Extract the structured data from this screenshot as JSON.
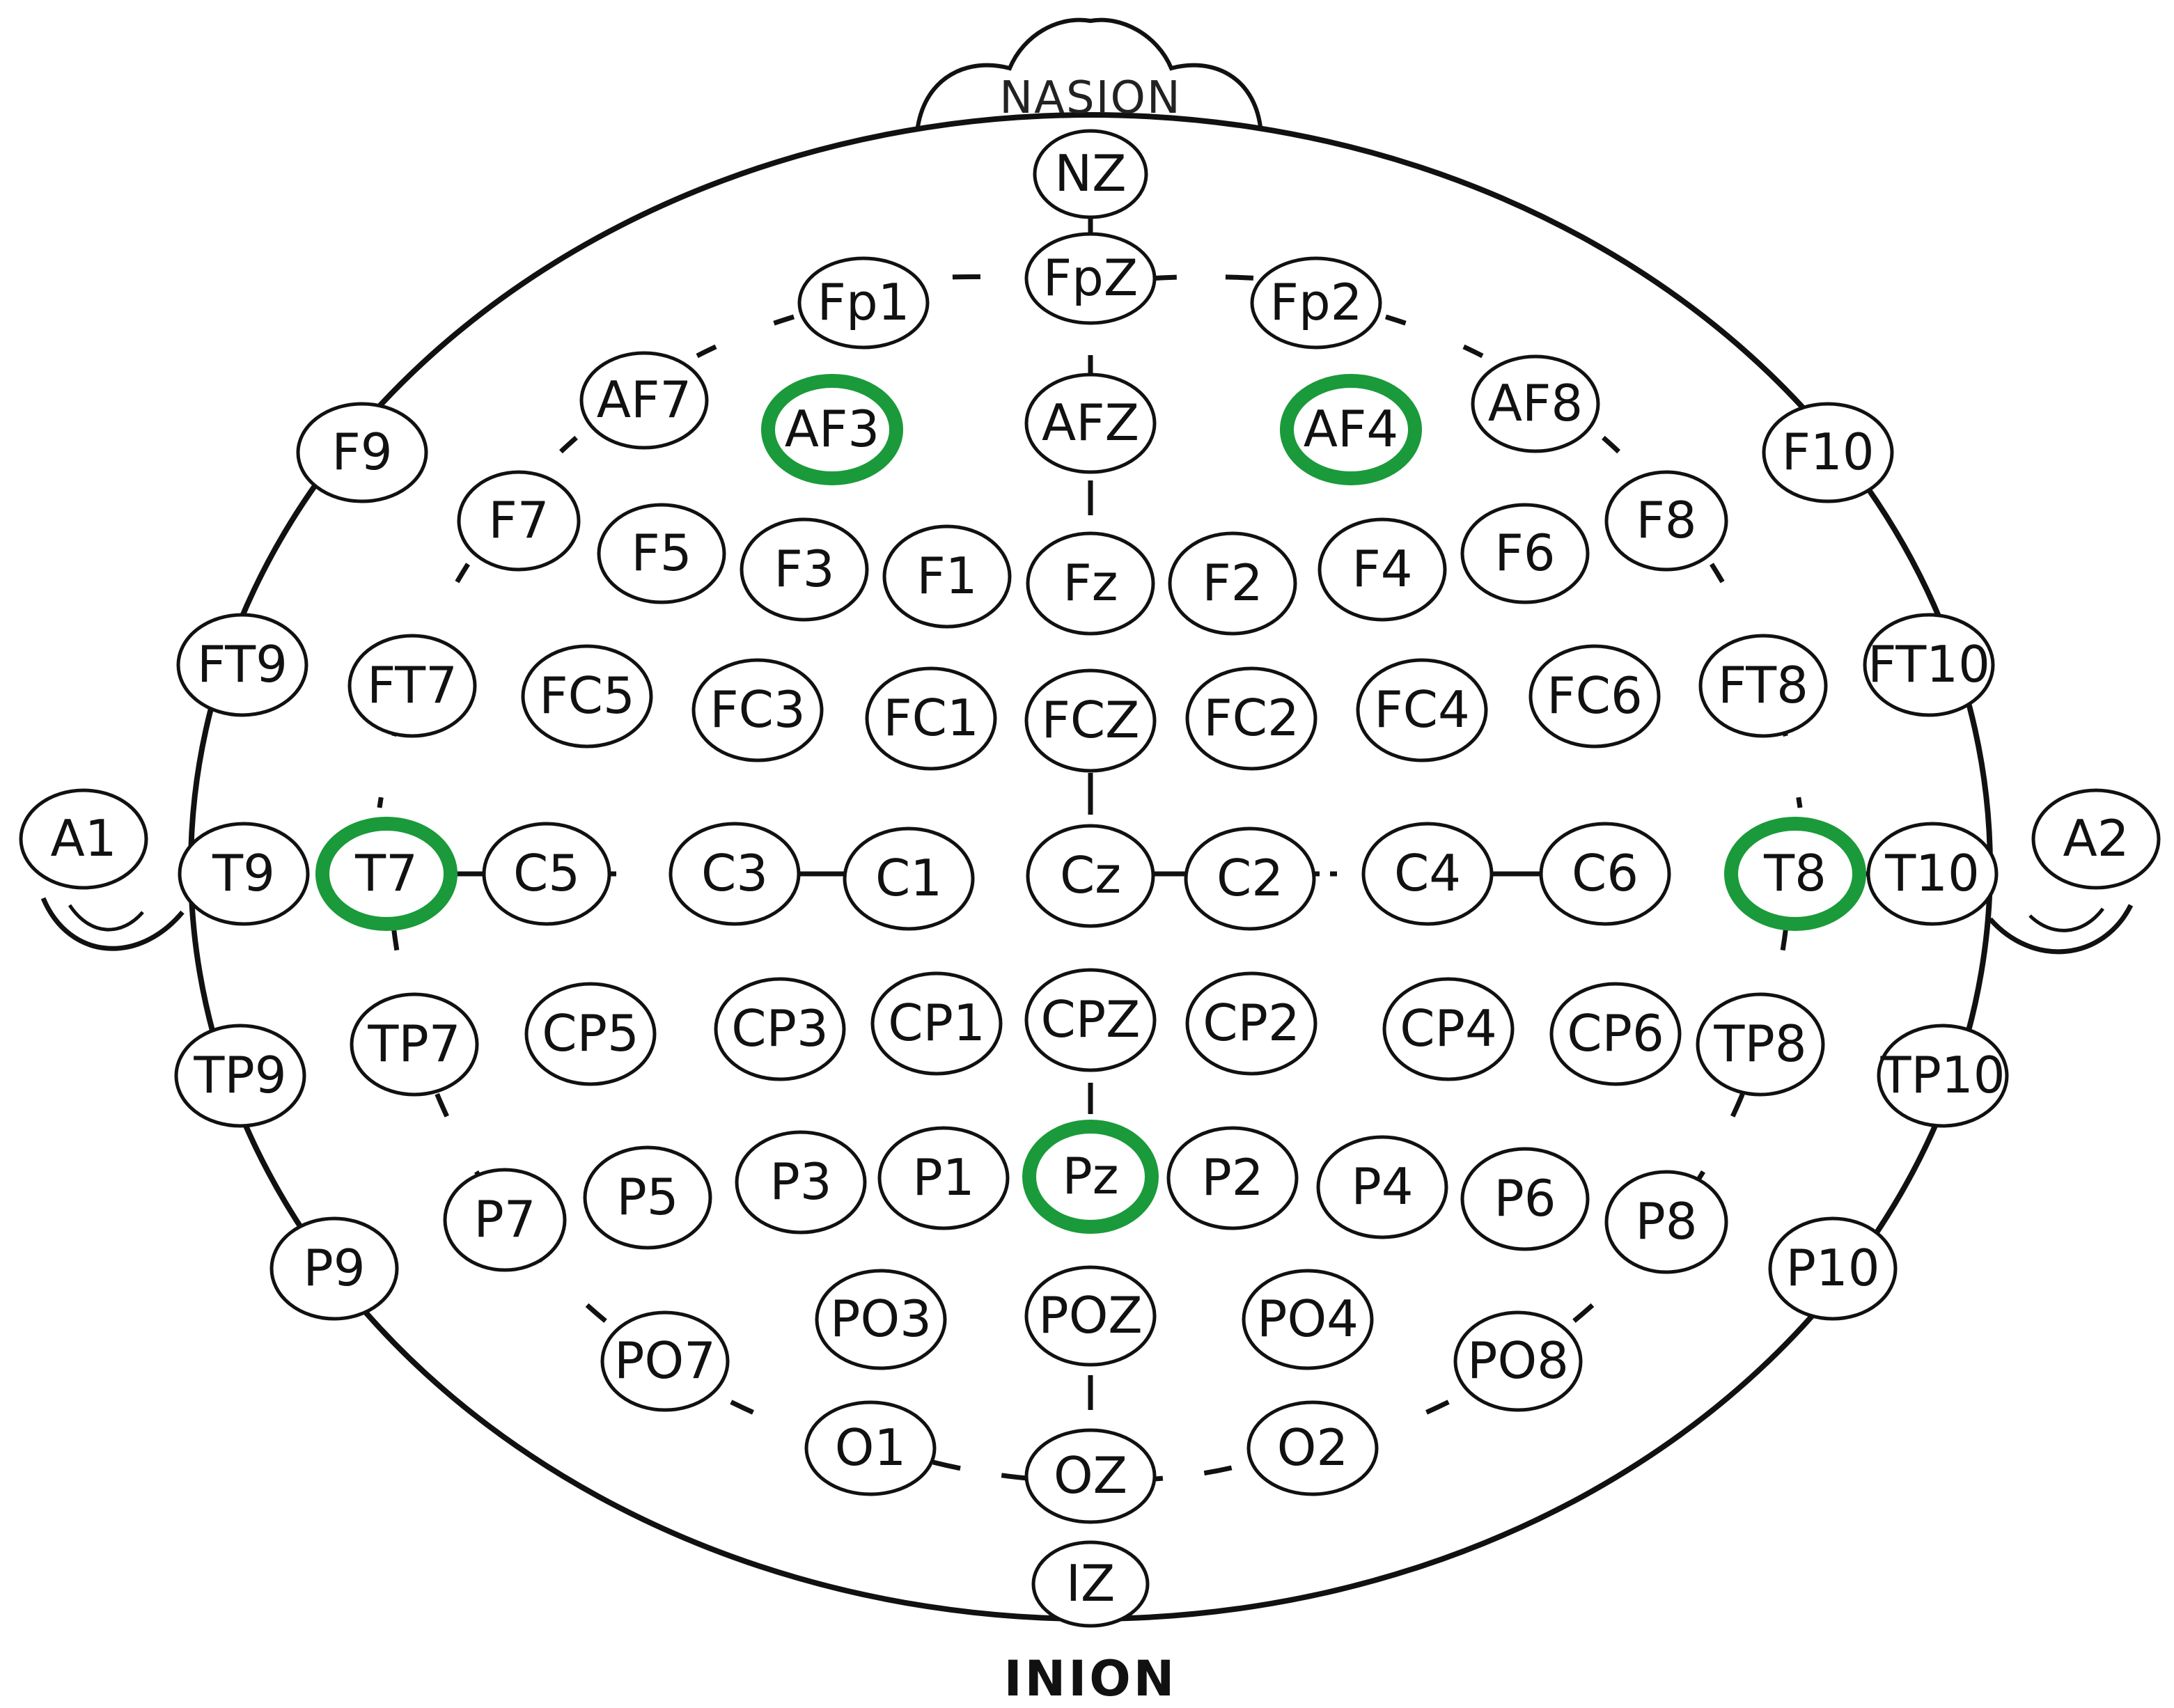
{
  "landmarks": {
    "top": "NASION",
    "bottom": "INION"
  },
  "highlight_color": "#1a9a3a",
  "electrodes": [
    {
      "label": "NZ"
    },
    {
      "label": "FpZ"
    },
    {
      "label": "Fp1"
    },
    {
      "label": "Fp2"
    },
    {
      "label": "AF7"
    },
    {
      "label": "AF3",
      "highlighted": true
    },
    {
      "label": "AFZ"
    },
    {
      "label": "AF4",
      "highlighted": true
    },
    {
      "label": "AF8"
    },
    {
      "label": "F9"
    },
    {
      "label": "F10"
    },
    {
      "label": "F7"
    },
    {
      "label": "F5"
    },
    {
      "label": "F3"
    },
    {
      "label": "F1"
    },
    {
      "label": "Fz"
    },
    {
      "label": "F2"
    },
    {
      "label": "F4"
    },
    {
      "label": "F6"
    },
    {
      "label": "F8"
    },
    {
      "label": "FT9"
    },
    {
      "label": "FT7"
    },
    {
      "label": "FC5"
    },
    {
      "label": "FC3"
    },
    {
      "label": "FC1"
    },
    {
      "label": "FCZ"
    },
    {
      "label": "FC2"
    },
    {
      "label": "FC4"
    },
    {
      "label": "FC6"
    },
    {
      "label": "FT8"
    },
    {
      "label": "FT10"
    },
    {
      "label": "A1"
    },
    {
      "label": "T9"
    },
    {
      "label": "T7",
      "highlighted": true
    },
    {
      "label": "C5"
    },
    {
      "label": "C3"
    },
    {
      "label": "C1"
    },
    {
      "label": "Cz"
    },
    {
      "label": "C2"
    },
    {
      "label": "C4"
    },
    {
      "label": "C6"
    },
    {
      "label": "T8",
      "highlighted": true
    },
    {
      "label": "T10"
    },
    {
      "label": "A2"
    },
    {
      "label": "TP9"
    },
    {
      "label": "TP7"
    },
    {
      "label": "CP5"
    },
    {
      "label": "CP3"
    },
    {
      "label": "CP1"
    },
    {
      "label": "CPZ"
    },
    {
      "label": "CP2"
    },
    {
      "label": "CP4"
    },
    {
      "label": "CP6"
    },
    {
      "label": "TP8"
    },
    {
      "label": "TP10"
    },
    {
      "label": "P9"
    },
    {
      "label": "P7"
    },
    {
      "label": "P5"
    },
    {
      "label": "P3"
    },
    {
      "label": "P1"
    },
    {
      "label": "Pz",
      "highlighted": true
    },
    {
      "label": "P2"
    },
    {
      "label": "P4"
    },
    {
      "label": "P6"
    },
    {
      "label": "P8"
    },
    {
      "label": "P10"
    },
    {
      "label": "PO7"
    },
    {
      "label": "PO3"
    },
    {
      "label": "POZ"
    },
    {
      "label": "PO4"
    },
    {
      "label": "PO8"
    },
    {
      "label": "O1"
    },
    {
      "label": "OZ"
    },
    {
      "label": "O2"
    },
    {
      "label": "IZ"
    }
  ]
}
